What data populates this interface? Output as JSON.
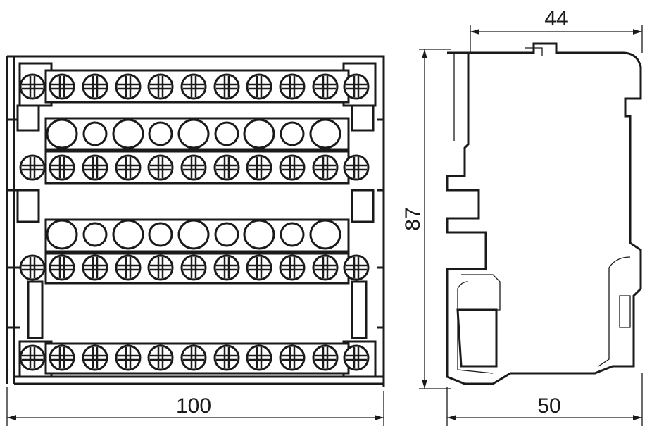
{
  "drawing": {
    "dimensions": {
      "depth_top": "44",
      "height": "87",
      "width_front": "100",
      "width_side": "50"
    },
    "colors": {
      "line": "#1a1a1a",
      "background": "#ffffff"
    }
  }
}
